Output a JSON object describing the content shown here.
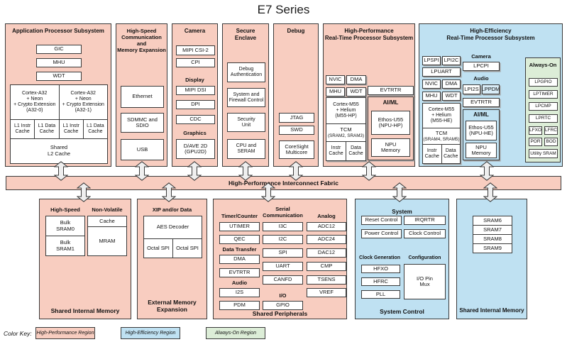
{
  "title": "E7 Series",
  "fabric_label": "High-Performance Interconnect Fabric",
  "colors": {
    "high_performance": "#f8cdc0",
    "high_efficiency": "#bfe1f2",
    "always_on": "#dcedd7"
  },
  "app": {
    "title": "Application Processor Subsystem",
    "gic": "GIC",
    "mhu": "MHU",
    "wdt": "WDT",
    "core0": "Cortex-A32\n+ Neon\n+ Crypto Extension\n(A32-0)",
    "core1": "Cortex-A32\n+ Neon\n+ Crypto Extension\n(A32-1)",
    "l1i": "L1 Instr\nCache",
    "l1d": "L1 Data\nCache",
    "l2": "Shared\nL2 Cache"
  },
  "hscomm": {
    "title": "High-Speed\nCommunication and\nMemory Expansion",
    "ethernet": "Ethernet",
    "sdmmc": "SDMMC and\nSDIO",
    "usb": "USB"
  },
  "camera": {
    "title": "Camera",
    "csi": "MIPI CSI-2",
    "cpi": "CPI",
    "display_hdr": "Display",
    "dsi": "MIPI DSI",
    "dpi": "DPI",
    "cdc": "CDC",
    "graphics_hdr": "Graphics",
    "gpu": "D/AVE 2D\n(GPU2D)"
  },
  "secure": {
    "title": "Secure\nEnclave",
    "auth": "Debug\nAuthentication",
    "firewall": "System and\nFirewall Control",
    "security": "Security\nUnit",
    "cpu": "CPU and\nSERAM"
  },
  "debug": {
    "title": "Debug",
    "jtag": "JTAG",
    "swd": "SWD",
    "coresight": "CoreSight\nMulticore"
  },
  "hprt": {
    "title": "High-Performance\nReal-Time Processor Subsystem",
    "nvic": "NVIC",
    "dma": "DMA",
    "mhu": "MHU",
    "wdt": "WDT",
    "core": "Cortex-M55\n+ Helium\n(M55-HP)",
    "tcm": "TCM",
    "tcm_sub": "(SRAM2, SRAM3)",
    "icache": "Instr\nCache",
    "dcache": "Data\nCache",
    "evtrtr": "EVTRTR",
    "aiml_hdr": "AI/ML",
    "npu": "Ethos-U55\n(NPU-HP)",
    "npu_mem": "NPU\nMemory"
  },
  "hert": {
    "title": "High-Efficiency\nReal-Time Processor Subsystem",
    "lpspi": "LPSPI",
    "lpi2c": "LPI2C",
    "lpuart": "LPUART",
    "nvic": "NVIC",
    "dma": "DMA",
    "mhu": "MHU",
    "wdt": "WDT",
    "core": "Cortex-M55\n+ Helium\n(M55-HE)",
    "tcm": "TCM",
    "tcm_sub": "(SRAM4, SRAM5)",
    "icache": "Instr\nCache",
    "dcache": "Data\nCache",
    "camera_hdr": "Camera",
    "lpcpi": "LPCPI",
    "audio_hdr": "Audio",
    "lpi2s": "LPI2S",
    "lppdm": "LPPDM",
    "evtrtr": "EVTRTR",
    "aiml_hdr": "AI/ML",
    "npu": "Ethos-U55\n(NPU-HE)",
    "npu_mem": "NPU\nMemory"
  },
  "alwayson": {
    "title": "Always-On",
    "lpgpio": "LPGPIO",
    "lptimer": "LPTIMER",
    "lpcmp": "LPCMP",
    "lprtc": "LPRTC",
    "lfxo": "LFXO",
    "lfrc": "LFRC",
    "por": "POR",
    "bod": "BOD",
    "utility": "Utility SRAM"
  },
  "sim_left": {
    "highspeed_hdr": "High-Speed",
    "nonvolatile_hdr": "Non-Volatile",
    "sram0": "Bulk\nSRAM0",
    "sram1": "Bulk\nSRAM1",
    "cache": "Cache",
    "mram": "MRAM",
    "label": "Shared Internal Memory"
  },
  "eme": {
    "hdr": "XIP and/or Data",
    "aes": "AES Decoder",
    "ospi0": "Octal SPI",
    "ospi1": "Octal SPI",
    "label": "External Memory\nExpansion"
  },
  "periph": {
    "timer_hdr": "Timer/Counter",
    "utimer": "UTIMER",
    "qec": "QEC",
    "dt_hdr": "Data Transfer",
    "dma": "DMA",
    "evtrtr": "EVTRTR",
    "audio_hdr": "Audio",
    "i2s": "I2S",
    "pdm": "PDM",
    "serial_hdr": "Serial\nCommunication",
    "i3c": "I3C",
    "i2c": "I2C",
    "spi": "SPI",
    "uart": "UART",
    "canfd": "CANFD",
    "io_hdr": "I/O",
    "gpio": "GPIO",
    "analog_hdr": "Analog",
    "adc12": "ADC12",
    "adc24": "ADC24",
    "dac12": "DAC12",
    "cmp": "CMP",
    "tsens": "TSENS",
    "vref": "VREF",
    "label": "Shared Peripherals"
  },
  "sysctl": {
    "system_hdr": "System",
    "reset": "Reset Control",
    "irqrtr": "IRQRTR",
    "power": "Power Control",
    "clock": "Clock Control",
    "clkgen_hdr": "Clock Generation",
    "hfxo": "HFXO",
    "hfrc": "HFRC",
    "pll": "PLL",
    "config_hdr": "Configuration",
    "iomux": "I/O Pin\nMux",
    "label": "System Control"
  },
  "sim_right": {
    "sram6": "SRAM6",
    "sram7": "SRAM7",
    "sram8": "SRAM8",
    "sram9": "SRAM9",
    "label": "Shared Internal Memory"
  },
  "color_key": {
    "label": "Color Key:",
    "hp": "High-Performance Region",
    "he": "High-Efficiency Region",
    "ao": "Always-On Region"
  }
}
